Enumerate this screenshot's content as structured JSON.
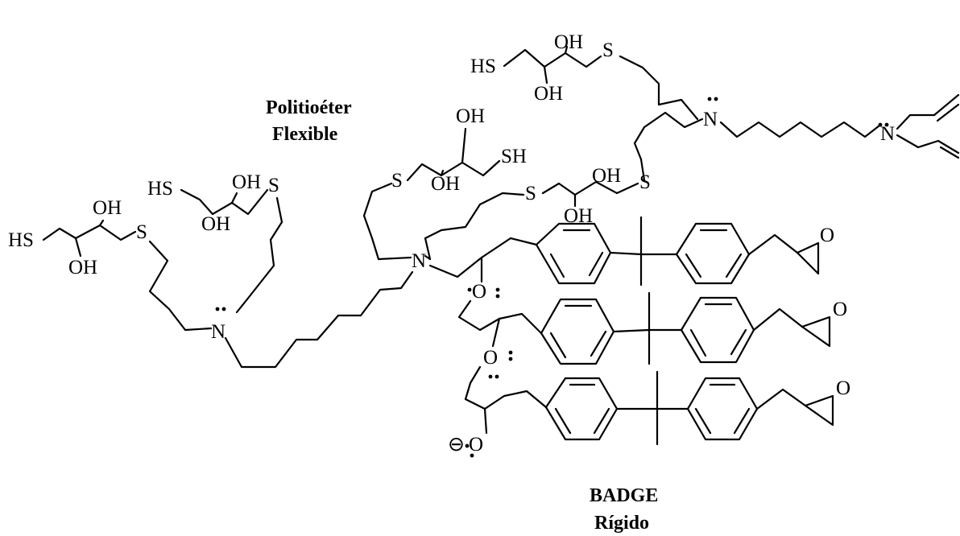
{
  "captions": {
    "flexible_line1": "Politioéter",
    "flexible_line2": "Flexible",
    "rigid_line1": "BADGE",
    "rigid_line2": "Rígido"
  },
  "atoms": {
    "sh": "SH",
    "hs": "HS",
    "oh": "OH",
    "s": "S",
    "n": "N",
    "o": "O",
    "minus": "⊖"
  }
}
